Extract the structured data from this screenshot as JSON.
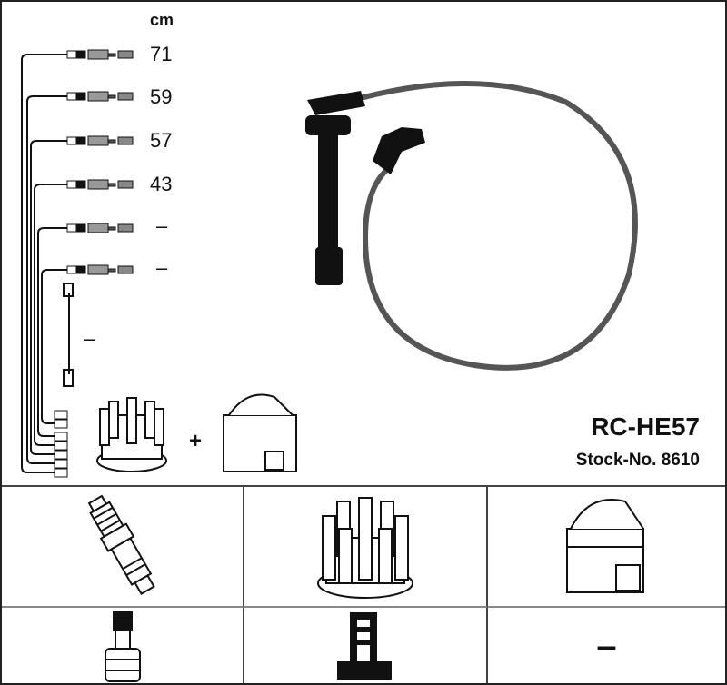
{
  "diagram": {
    "unit_label": "cm",
    "cable_lengths": [
      "71",
      "59",
      "57",
      "43",
      "–",
      "–"
    ],
    "coil_cable_length": "–",
    "plus_sign": "+",
    "product_code": "RC-HE57",
    "stock_number": "Stock-No. 8610"
  },
  "components": {
    "spark_plug": "spark-plug",
    "distributor_cap": "distributor-cap",
    "ignition_coil": "ignition-coil",
    "plug_terminal": "plug-terminal",
    "cap_terminal": "cap-terminal",
    "coil_terminal": "–"
  }
}
